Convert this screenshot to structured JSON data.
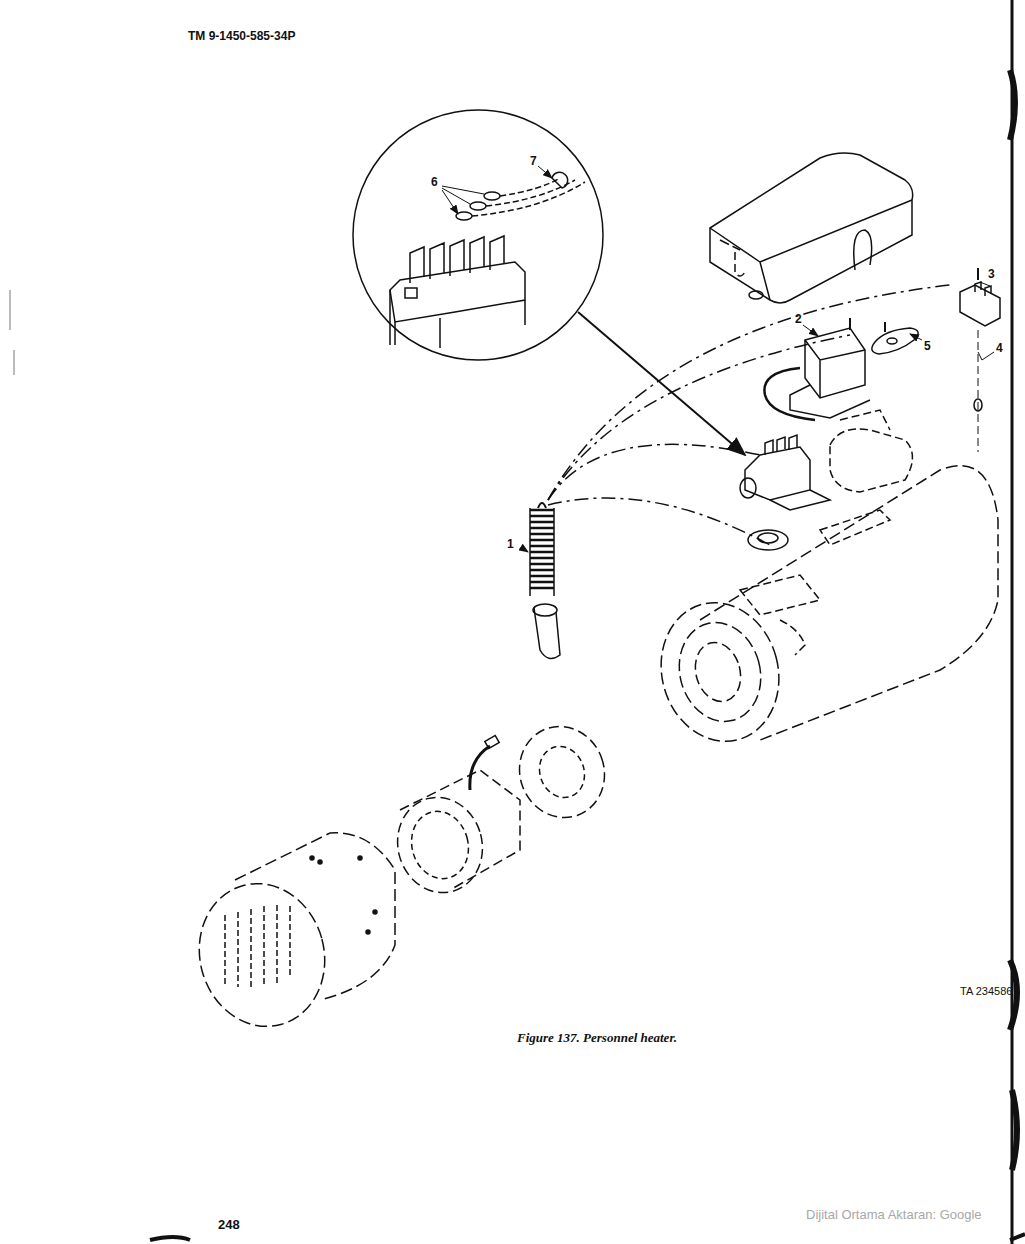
{
  "diagram": {
    "caption": "Figure 137. Personnel heater.",
    "labels": [
      "TM 9-1450-585-34P",
      "7",
      "6",
      "3",
      "2",
      "5",
      "4",
      "1",
      "TA 234586",
      "248",
      "Dijital Ortama Aktaran: Google"
    ]
  }
}
